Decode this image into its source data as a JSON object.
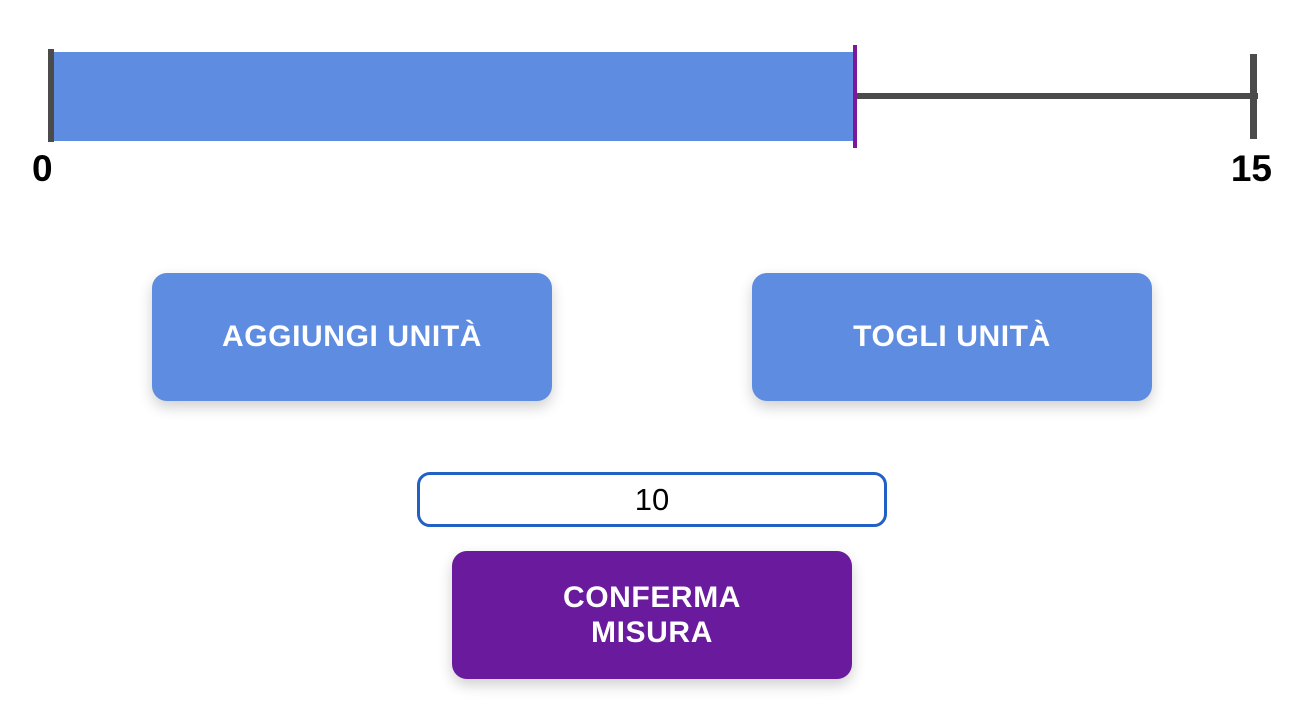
{
  "app": {
    "language": "it",
    "background_color": "#ffffff"
  },
  "measure": {
    "name": "unit-measure-ruler",
    "min_label": "0",
    "max_label": "15",
    "min_value": 0,
    "max_value": 15,
    "current_value": 10,
    "fill_color": "#5d8ce0",
    "track_color": "#4b4b4b",
    "marker_color": "#7b189c"
  },
  "buttons": {
    "add_unit": {
      "label": "AGGIUNGI UNITÀ",
      "color": "#5d8ce0",
      "text_color": "#ffffff"
    },
    "remove_unit": {
      "label": "TOGLI UNITÀ",
      "color": "#5d8ce0",
      "text_color": "#ffffff"
    },
    "confirm": {
      "label_line1": "CONFERMA",
      "label_line2": "MISURA",
      "color": "#6a1a9c",
      "text_color": "#ffffff"
    }
  },
  "value_field": {
    "value": "10",
    "placeholder": "10",
    "border_color": "#2160c4",
    "text_color": "#000000"
  },
  "chart_data": {
    "type": "bar",
    "title": "",
    "xlabel": "",
    "ylabel": "",
    "orientation": "horizontal",
    "categories": [
      "misura"
    ],
    "values": [
      10
    ],
    "xlim": [
      0,
      15
    ],
    "tick_labels": [
      "0",
      "15"
    ],
    "grid": false,
    "legend": false,
    "annotations": [
      {
        "label": "marker",
        "value": 10,
        "color": "#7b189c"
      }
    ]
  }
}
